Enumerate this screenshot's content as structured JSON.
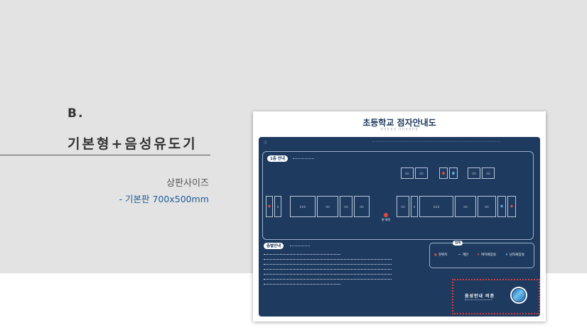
{
  "section": {
    "letter": "B.",
    "title": "기본형+음성유도기",
    "size_label": "상판사이즈",
    "size_value": "- 기본판 700x500mm"
  },
  "board": {
    "title": "초등학교 점자안내도",
    "floor_label": "1층 안내",
    "guide_label": "층별안내",
    "legend_label": "범례",
    "entrance_label": "현 위치",
    "legend_items": [
      "현위치",
      "계단",
      "여자화장실",
      "남자화장실"
    ],
    "voice_label": "음성안내 버튼",
    "colors": {
      "board": "#1e3a5f",
      "accent_red": "#e24a3b",
      "voice_border": "#e03a3a",
      "size_text": "#1f5c99"
    }
  }
}
